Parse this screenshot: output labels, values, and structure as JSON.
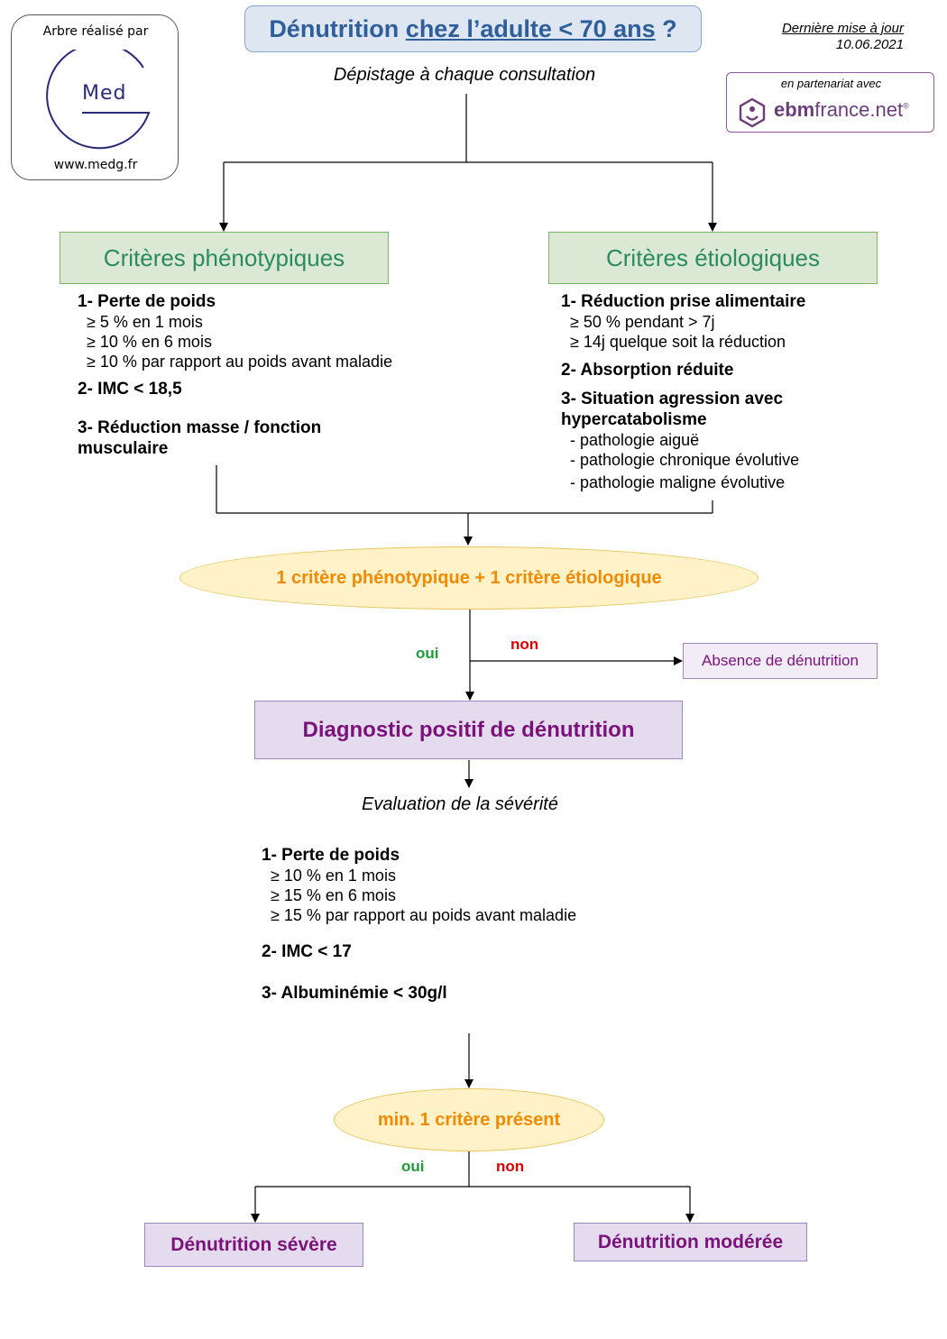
{
  "logo": {
    "top_text": "Arbre réalisé par",
    "word": "Med",
    "url": "www.medg.fr"
  },
  "title": {
    "part1": "Dénutrition ",
    "part2": "chez l’adulte < 70 ans",
    "part3": " ?"
  },
  "update": {
    "label": "Dernière mise à jour",
    "date": "10.06.2021"
  },
  "partner": {
    "label": "en partenariat avec",
    "brand_bold": "ebm",
    "brand_rest": "france.net",
    "brand_mark": "®"
  },
  "screening": "Dépistage à chaque consultation",
  "phenotypic": {
    "title": "Critères phénotypiques",
    "c1_title": "1- Perte de poids",
    "c1_items": [
      "≥ 5 % en 1 mois",
      "≥ 10 % en 6 mois",
      "≥ 10 % par rapport au poids avant maladie"
    ],
    "c2_title": "2- IMC < 18,5",
    "c3_title": "3- Réduction masse / fonction musculaire"
  },
  "etiologic": {
    "title": "Critères étiologiques",
    "c1_title": "1- Réduction prise alimentaire",
    "c1_items": [
      "≥ 50 % pendant > 7j",
      "≥ 14j quelque soit la réduction"
    ],
    "c2_title": "2- Absorption réduite",
    "c3_title": "3- Situation agression avec hypercatabolisme",
    "c3_items": [
      "- pathologie aiguë",
      "- pathologie chronique évolutive",
      "- pathologie maligne évolutive"
    ]
  },
  "decision1": {
    "text": "1 critère phénotypique + 1 critère étiologique",
    "yes": "oui",
    "no": "non",
    "no_outcome": "Absence de dénutrition"
  },
  "diagnosis": "Diagnostic positif de dénutrition",
  "severity_label": "Evaluation de la sévérité",
  "severity": {
    "c1_title": "1- Perte de poids",
    "c1_items": [
      "≥ 10 % en 1 mois",
      "≥ 15 % en 6 mois",
      "≥ 15 % par rapport au poids avant maladie"
    ],
    "c2_title": "2- IMC < 17",
    "c3_title": "3- Albuminémie < 30g/l"
  },
  "decision2": {
    "text": "min. 1 critère présent",
    "yes": "oui",
    "no": "non"
  },
  "outcomes": {
    "severe": "Dénutrition sévère",
    "moderate": "Dénutrition modérée"
  },
  "colors": {
    "title_blue": "#2f5f9a",
    "green_text": "#2a8a62",
    "orange_text": "#f08a00",
    "purple_text": "#7b127b",
    "yes_green": "#1e9c3a",
    "no_red": "#e00000"
  }
}
